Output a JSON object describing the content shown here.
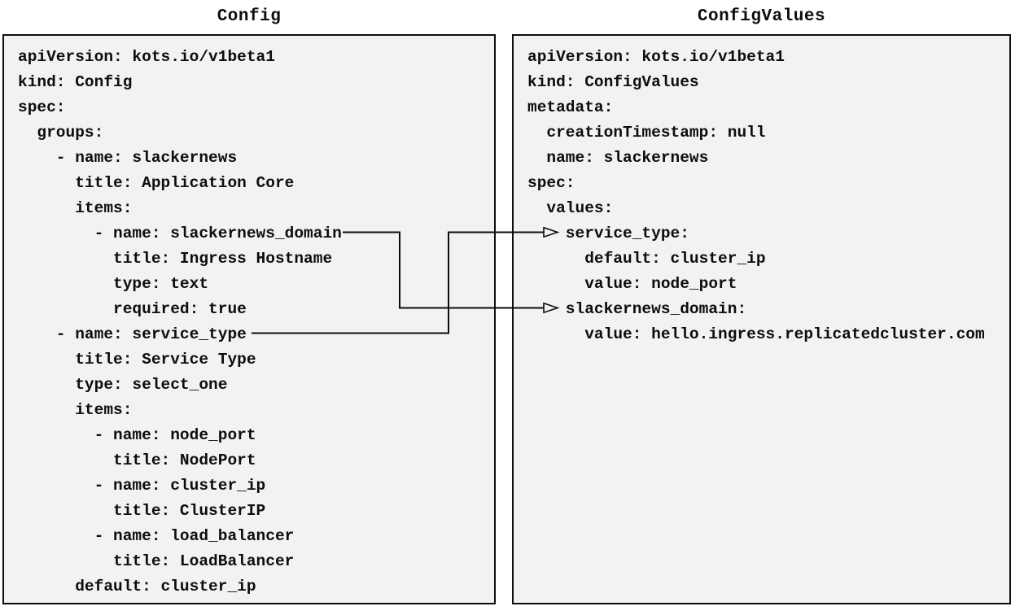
{
  "diagram": {
    "left_panel": {
      "title": "Config",
      "lines": [
        "apiVersion: kots.io/v1beta1",
        "kind: Config",
        "spec:",
        "  groups:",
        "    - name: slackernews",
        "      title: Application Core",
        "      items:",
        "        - name: slackernews_domain",
        "          title: Ingress Hostname",
        "          type: text",
        "          required: true",
        "    - name: service_type",
        "      title: Service Type",
        "      type: select_one",
        "      items:",
        "        - name: node_port",
        "          title: NodePort",
        "        - name: cluster_ip",
        "          title: ClusterIP",
        "        - name: load_balancer",
        "          title: LoadBalancer",
        "      default: cluster_ip"
      ]
    },
    "right_panel": {
      "title": "ConfigValues",
      "lines": [
        "apiVersion: kots.io/v1beta1",
        "kind: ConfigValues",
        "metadata:",
        "  creationTimestamp: null",
        "  name: slackernews",
        "spec:",
        "  values:",
        "    service_type:",
        "      default: cluster_ip",
        "      value: node_port",
        "    slackernews_domain:",
        "      value: hello.ingress.replicatedcluster.com"
      ]
    },
    "connectors": [
      {
        "from": "Config: items - name: slackernews_domain",
        "to": "ConfigValues: spec.values.slackernews_domain"
      },
      {
        "from": "Config: groups - name: service_type",
        "to": "ConfigValues: spec.values.service_type"
      }
    ],
    "colors": {
      "panel_bg": "#f2f2f2",
      "border": "#0d0d0d",
      "text": "#0d0d0d",
      "connector": "#0d0d0d",
      "page_bg": "#ffffff"
    }
  }
}
